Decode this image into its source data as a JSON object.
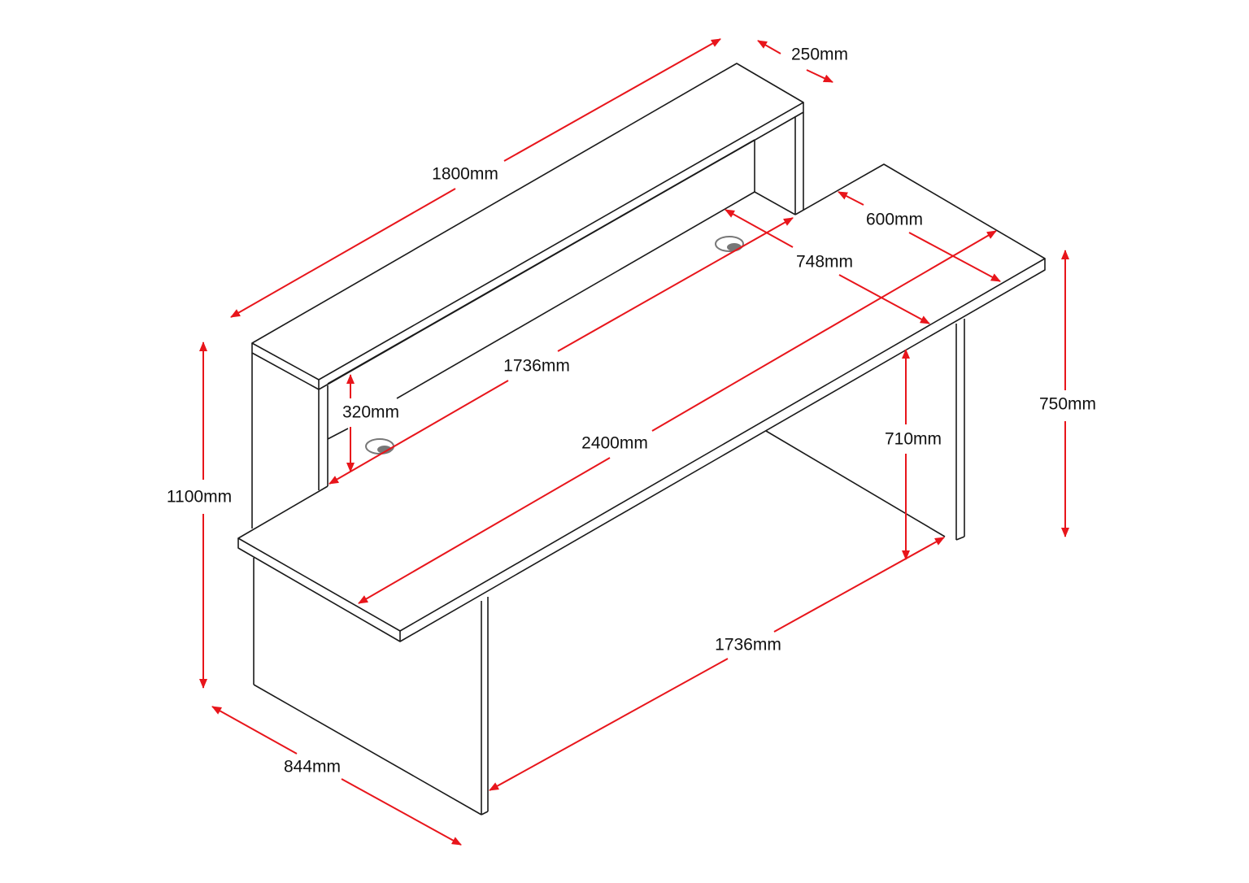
{
  "colors": {
    "dimension": "#e8151b",
    "outline": "#1a1a1a",
    "grommet": "#777777"
  },
  "dimensions": {
    "hutch_length": "1800mm",
    "hutch_depth": "250mm",
    "top_depth": "600mm",
    "overall_depth_top": "748mm",
    "inner_length_upper": "1736mm",
    "top_length": "2400mm",
    "hutch_height": "320mm",
    "total_height": "1100mm",
    "desk_height": "750mm",
    "knee_height": "710mm",
    "inner_length_lower": "1736mm",
    "overall_depth": "844mm"
  }
}
